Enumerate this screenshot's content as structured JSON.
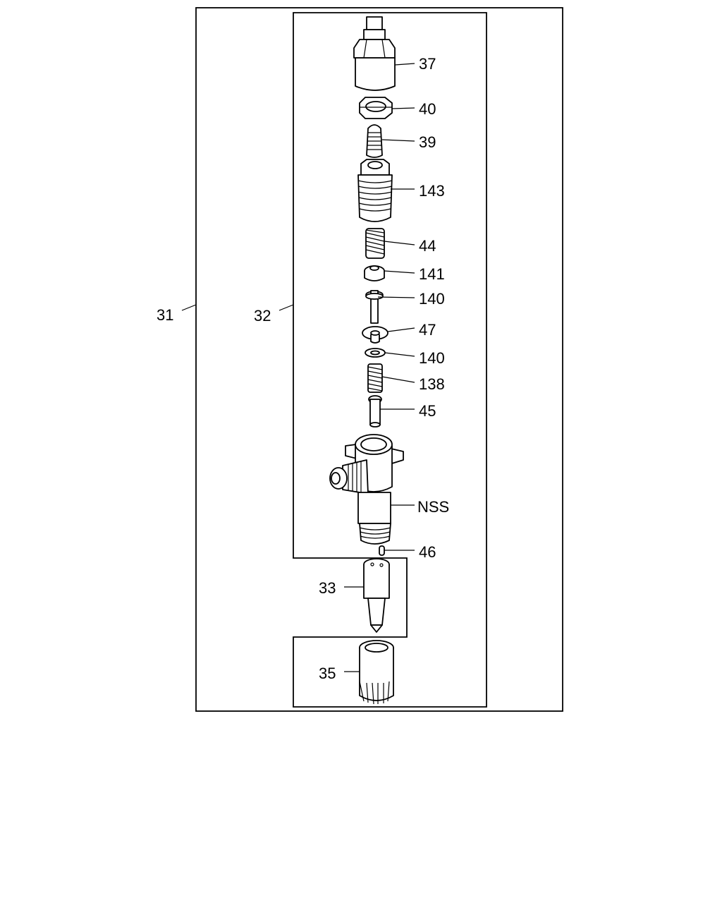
{
  "callouts": {
    "c31": "31",
    "c32": "32",
    "c37": "37",
    "c40": "40",
    "c39": "39",
    "c143": "143",
    "c44": "44",
    "c141": "141",
    "c140a": "140",
    "c47": "47",
    "c140b": "140",
    "c138": "138",
    "c45": "45",
    "cNSS": "NSS",
    "c46": "46",
    "c33": "33",
    "c35": "35"
  }
}
